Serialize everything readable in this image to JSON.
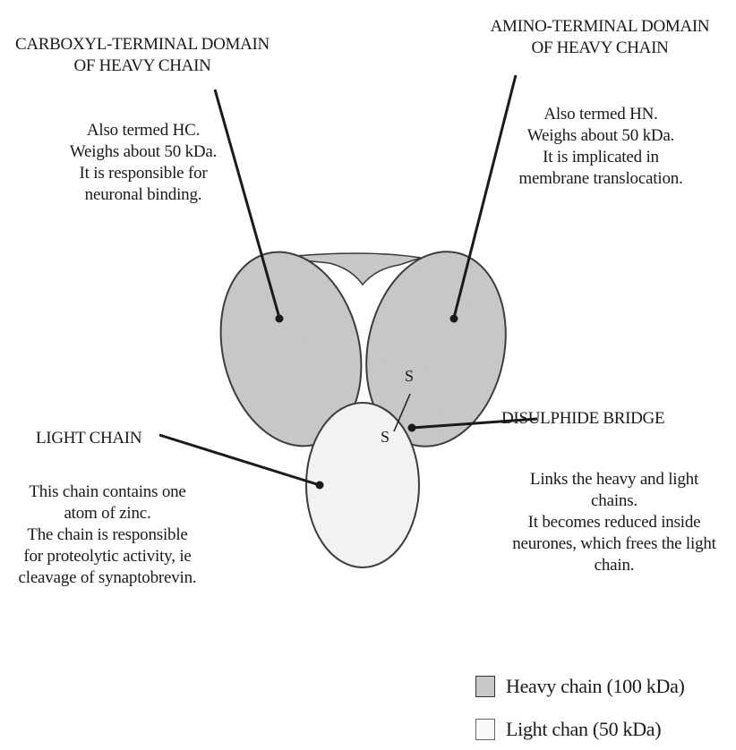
{
  "annotations": {
    "hc": {
      "heading": [
        "CARBOXYL-TERMINAL DOMAIN",
        "OF HEAVY CHAIN"
      ],
      "description": [
        "Also termed HC.",
        "Weighs about 50 kDa.",
        "It is responsible for",
        "neuronal binding."
      ]
    },
    "hn": {
      "heading": [
        "AMINO-TERMINAL DOMAIN",
        "OF HEAVY CHAIN"
      ],
      "description": [
        "Also termed HN.",
        "Weighs about 50 kDa.",
        "It is implicated in",
        "membrane translocation."
      ]
    },
    "light_chain": {
      "heading": "LIGHT CHAIN",
      "description": [
        "This chain contains one",
        "atom of zinc.",
        "The chain is responsible",
        "for proteolytic activity, ie",
        "cleavage of synaptobrevin."
      ]
    },
    "disulphide": {
      "heading": "DISULPHIDE BRIDGE",
      "description": [
        "Links the heavy and light",
        "chains.",
        "It becomes reduced inside",
        "neurones, which frees the light",
        "chain."
      ]
    }
  },
  "sulfur_labels": {
    "upper": "S",
    "lower": "S"
  },
  "legend": [
    {
      "label": "Heavy chain (100 kDa)",
      "color": "#c8c8c8"
    },
    {
      "label": "Light chan (50 kDa)",
      "color": "#fafafa"
    }
  ],
  "colors": {
    "heavy_chain": "#c8c8c8",
    "light_chain": "#f4f4f4",
    "outline": "#3a3a3a",
    "pointer": "#1a1a1a"
  }
}
